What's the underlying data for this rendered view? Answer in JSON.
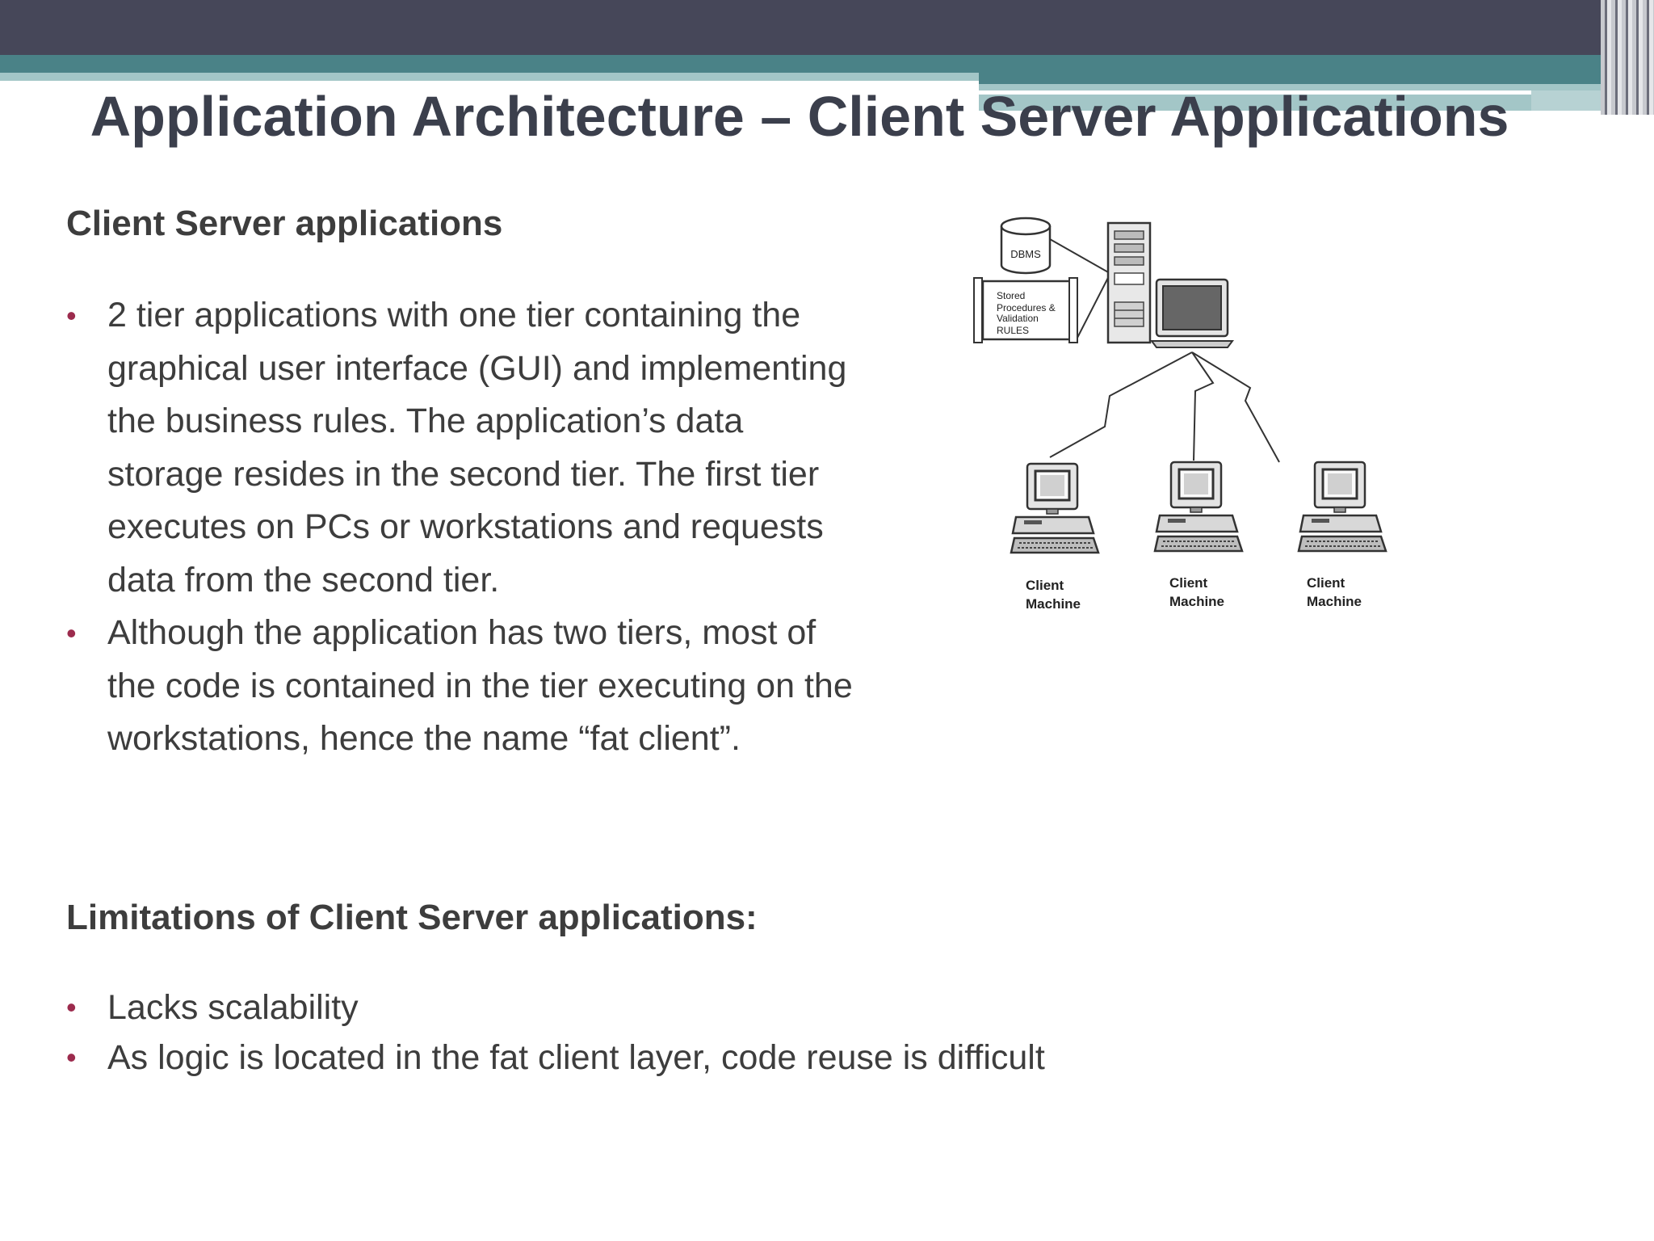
{
  "slide": {
    "title": "Application Architecture – Client Server Applications",
    "section1_heading": "Client Server applications",
    "section1_bullets": [
      "2 tier applications with one tier containing the graphical user interface (GUI) and implementing the business rules. The application’s data storage resides in the second tier.  The first tier executes on PCs or workstations and requests data from the second tier.",
      "Although the application has two tiers, most of the code is contained in the tier executing on the workstations, hence the name “fat client”."
    ],
    "section2_heading": "Limitations of Client Server applications:",
    "section2_bullets": [
      "Lacks scalability",
      "As logic is located in the fat client layer, code reuse is difficult"
    ]
  },
  "diagram": {
    "dbms_label": "DBMS",
    "rules_label_lines": [
      "Stored",
      "Procedures &",
      "Validation",
      "RULES"
    ],
    "clients": [
      {
        "line1": "Client",
        "line2": "Machine"
      },
      {
        "line1": "Client",
        "line2": "Machine"
      },
      {
        "line1": "Client",
        "line2": "Machine"
      }
    ]
  },
  "colors": {
    "top_bar": "#464759",
    "teal_band": "#4a8287",
    "light_teal": "#a3c6c7",
    "title_text": "#3b3f4c",
    "body_text": "#3d3d3d",
    "bullet": "#9c2b4d"
  }
}
